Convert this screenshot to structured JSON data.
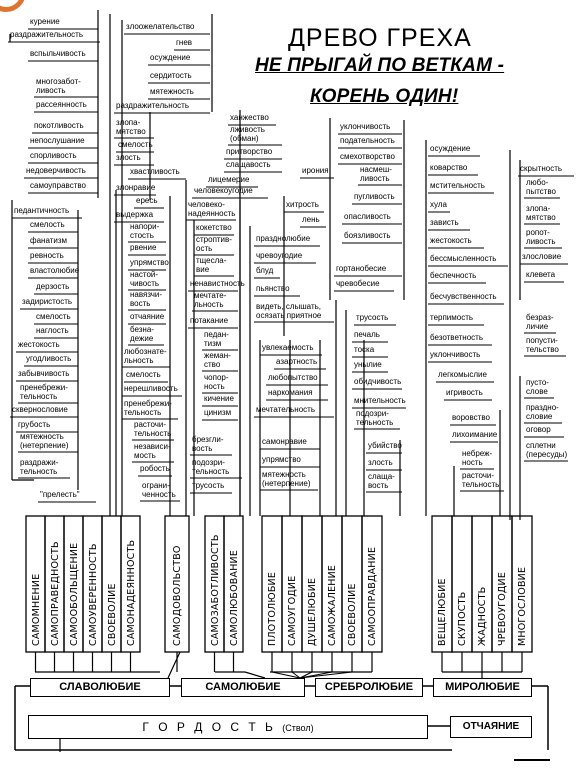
{
  "title": "ДРЕВО ГРЕХА",
  "subtitle_lines": [
    "НЕ ПРЫГАЙ ПО ВЕТКАМ -",
    "КОРЕНЬ ОДИН!"
  ],
  "colors": {
    "ink": "#000000",
    "logo_ring": "#e0742f"
  },
  "trunk": {
    "label": "Г О Р Д О С Т Ь",
    "note": "(Ствол)"
  },
  "despair": "ОТЧАЯНИЕ",
  "roots": [
    "СЛАВОЛЮБИЕ",
    "САМОЛЮБИЕ",
    "СРЕБРОЛЮБИЕ",
    "МИРОЛЮБИЕ"
  ],
  "limbs": [
    "САМОМНЕНИЕ",
    "САМОПРАВЕДНОСТЬ",
    "САМООБОЛЬЩЕНИЕ",
    "САМОУВЕРЕННОСТЬ",
    "СВОЕВОЛИЕ",
    "САМОНАДЕЯННОСТЬ",
    "САМОДОВОЛЬСТВО",
    "САМОЗАБОТЛИВОСТЬ",
    "САМОЛЮБОВАНИЕ",
    "ПЛОТОЛЮБИЕ",
    "САМОУГОДИЕ",
    "ДУШЕЛЮБИЕ",
    "САМОЖАЛЕНИЕ",
    "СВОЕВОЛИЕ",
    "САМООПРАВДАНИЕ",
    "ВЕЩЕЛЮБИЕ",
    "СКУПОСТЬ",
    "ЖАДНОСТЬ",
    "ЧРЕВОУГОДИЕ",
    "МНОГОСЛОВИЕ"
  ],
  "branches": [
    "курение",
    "раздражительность",
    "вспыльчивость",
    "многозабот-\nливость",
    "рассеянность",
    "покотливость",
    "непослушание",
    "спорливость",
    "недоверчивость",
    "самоуправство",
    "педантичность",
    "смелость",
    "фанатизм",
    "ревность",
    "властолюбие",
    "дерзость",
    "задиристость",
    "смелость",
    "наглость",
    "жестокость",
    "угодливость",
    "забывчивость",
    "пренебрежи-\nтельность",
    "сквернословие",
    "грубость",
    "мятежность\n(нетерпение)",
    "раздражи-\nтельность",
    "\"прелесть\"",
    "злоожелательство",
    "гнев",
    "осуждение",
    "сердитость",
    "мятежность",
    "раздражительность",
    "злопа-\nмятство",
    "смелость",
    "злость",
    "хвастливость",
    "злонравие",
    "ересь",
    "выдержка",
    "напори-\nстость",
    "рвение",
    "упрямство",
    "настой-\nчивость",
    "навязчи-\nвость",
    "отчаяние",
    "безна-\nдежие",
    "любознате-\nльность",
    "смелость",
    "нерешливость",
    "пренебрежи-\nтельность",
    "расточи-\nтельность",
    "независи-\nмость",
    "робость",
    "ограни-\nченность",
    "ханжество",
    "лживость\n(обман)",
    "притворство",
    "слащавость",
    "лицемерие",
    "человекоугодие",
    "человеко-\nнадеянность",
    "кокетство",
    "строптив-\nость",
    "тщесла-\nвие",
    "ненавистность",
    "мечтате-\nльность",
    "потакание",
    "педан-\nтизм",
    "жеман-\nство",
    "чопор-\nность",
    "кичение",
    "цинизм",
    "брезгли-\nвость",
    "подозри-\nтельность",
    "трусость",
    "хитрость",
    "лень",
    "празднолюбие",
    "чревоугодие",
    "блуд",
    "пьянство",
    "видеть, слышать,\nосязать приятное",
    "уклончивость",
    "подательность",
    "смехотворство",
    "ирония",
    "насмеш-\nливость",
    "пугливость",
    "опасливость",
    "боязливость",
    "гортанобесие",
    "чревобесие",
    "увлекаемость",
    "азартность",
    "любопытство",
    "наркомания",
    "мечтательность",
    "самонравие",
    "упрямство",
    "мятежность\n(нетерпение)",
    "трусость",
    "печаль",
    "тоска",
    "унылие",
    "обидчивость",
    "мнительность",
    "подозри-\nтельность",
    "убийство",
    "злость",
    "слаща-\nвость",
    "осуждение",
    "коварство",
    "мстительность",
    "хула",
    "зависть",
    "жестокость",
    "бессмысленность",
    "беспечность",
    "бесчувственность",
    "терпимость",
    "безответность",
    "уклончивость",
    "легкомыслие",
    "игривость",
    "воровство",
    "лихоимание",
    "небреж-\nность",
    "расточи-\nтельность",
    "скрытность",
    "любо-\nпытство",
    "злопа-\nмятство",
    "ропот-\nливость",
    "злословие",
    "клевета",
    "безраз-\nличие",
    "попусти-\nтельство",
    "пусто-\nслове",
    "праздно-\nсловие",
    "оговор",
    "сплетни\n(пересуды)"
  ]
}
